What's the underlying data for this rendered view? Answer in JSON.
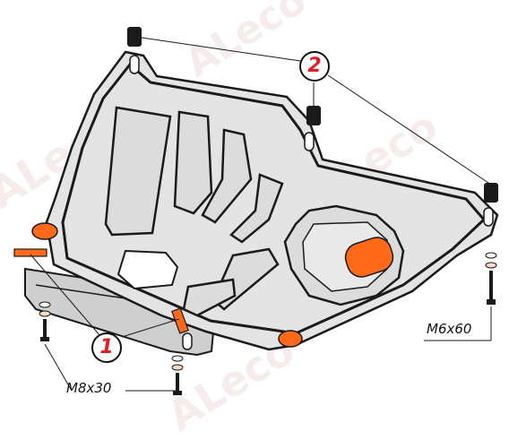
{
  "watermark": {
    "text": "ALeco",
    "color": "#f2dede"
  },
  "callouts": [
    {
      "number": "1",
      "color": "#e31b23"
    },
    {
      "number": "2",
      "color": "#e31b23"
    }
  ],
  "fasteners": {
    "m8": {
      "label": "M8x30"
    },
    "m6": {
      "label": "M6x60"
    }
  },
  "colors": {
    "plate": "#e4e4e4",
    "outline": "#1a1a1a",
    "accent": "#ff6a1a"
  }
}
